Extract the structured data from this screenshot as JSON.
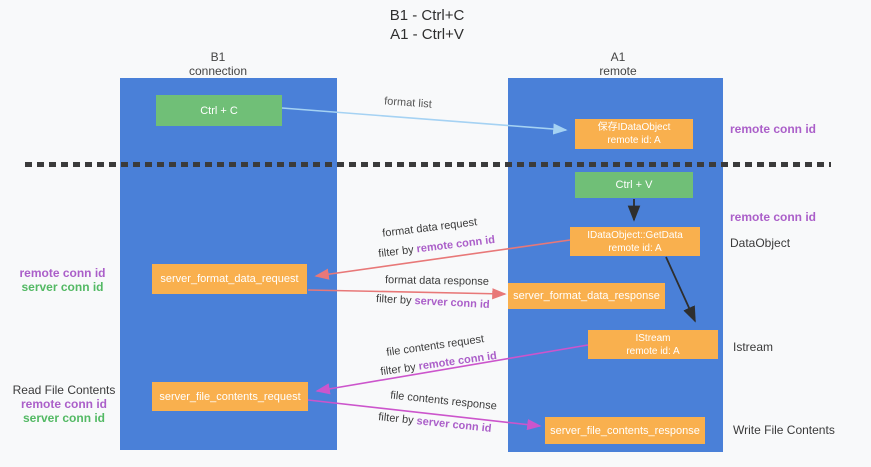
{
  "title": {
    "line1": "B1 - Ctrl+C",
    "line2": "A1 - Ctrl+V"
  },
  "lifelines": {
    "b1": {
      "name": "B1",
      "subtitle": "connection"
    },
    "a1": {
      "name": "A1",
      "subtitle": "remote"
    }
  },
  "boxes": {
    "ctrl_c": {
      "label": "Ctrl + C"
    },
    "save_idataobject": {
      "line1": "保存IDataObject",
      "line2": "remote id: A"
    },
    "ctrl_v": {
      "label": "Ctrl + V"
    },
    "idataobject_getdata": {
      "line1": "IDataObject::GetData",
      "line2": "remote id: A"
    },
    "istream": {
      "line1": "IStream",
      "line2": "remote id: A"
    },
    "server_format_data_request": {
      "label": "server_format_data_request"
    },
    "server_format_data_response": {
      "label": "server_format_data_response"
    },
    "server_file_contents_request": {
      "label": "server_file_contents_request"
    },
    "server_file_contents_response": {
      "label": "server_file_contents_response"
    }
  },
  "arrow_labels": {
    "format_list": "format list",
    "format_data_request": "format data request",
    "format_data_response": "format data response",
    "file_contents_request": "file contents request",
    "file_contents_response": "file contents response",
    "filter_by": "filter by "
  },
  "side_labels": {
    "remote_conn_id": "remote conn id",
    "server_conn_id": "server conn id",
    "dataobject": "DataObject",
    "istream": "Istream",
    "read_file_contents": "Read File Contents",
    "write_file_contents": "Write File Contents"
  },
  "colors": {
    "column_blue": "#4a80d8",
    "box_green": "#70bf77",
    "box_orange": "#f9b04e",
    "accent_purple": "#ab5fc9",
    "accent_green": "#53b964",
    "arrow_salmon": "#e87878",
    "arrow_magenta": "#cc55cc",
    "arrow_light_blue": "#a5d2f3",
    "arrow_black": "#2e2e2e",
    "dashed_line": "#3b3b3b"
  }
}
